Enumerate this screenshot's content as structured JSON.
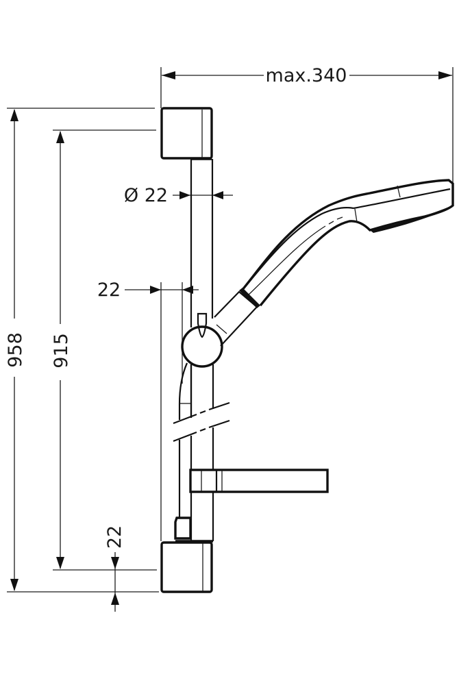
{
  "drawing": {
    "title": "Shower rail set with hand shower and soap dish - dimension drawing",
    "units": "mm",
    "line_color": "#111111",
    "background": "#ffffff"
  },
  "dimensions": {
    "max_projection": {
      "label": "max.340",
      "value": 340,
      "orientation": "horizontal"
    },
    "rail_diameter": {
      "label": "Ø 22",
      "symbol": "Ø",
      "value": 22,
      "orientation": "horizontal"
    },
    "rail_wall_offset": {
      "label": "22",
      "value": 22,
      "orientation": "horizontal"
    },
    "total_height": {
      "label": "958",
      "value": 958,
      "orientation": "vertical"
    },
    "rail_length": {
      "label": "915",
      "value": 915,
      "orientation": "vertical"
    },
    "bottom_offset": {
      "label": "22",
      "value": 22,
      "orientation": "vertical"
    }
  },
  "components": [
    {
      "name": "top-wall-bracket"
    },
    {
      "name": "slide-rail"
    },
    {
      "name": "slider-with-holder"
    },
    {
      "name": "hand-shower"
    },
    {
      "name": "shower-hose"
    },
    {
      "name": "soap-dish"
    },
    {
      "name": "bottom-wall-bracket"
    }
  ]
}
